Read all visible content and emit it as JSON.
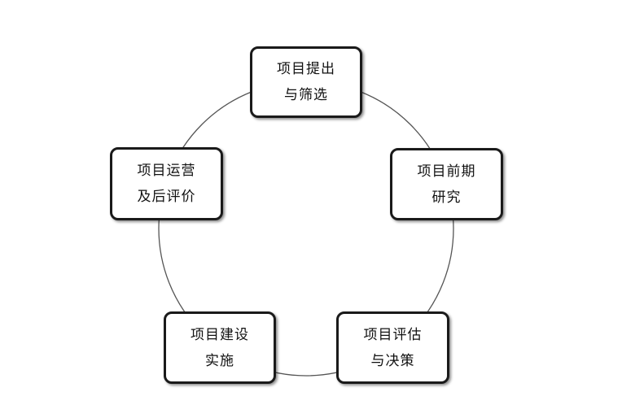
{
  "diagram": {
    "type": "cycle",
    "nodes": [
      {
        "line1": "项目提出",
        "line2": "与筛选"
      },
      {
        "line1": "项目前期",
        "line2": "研究"
      },
      {
        "line1": "项目评估",
        "line2": "与决策"
      },
      {
        "line1": "项目建设",
        "line2": "实施"
      },
      {
        "line1": "项目运营",
        "line2": "及后评价"
      }
    ]
  }
}
